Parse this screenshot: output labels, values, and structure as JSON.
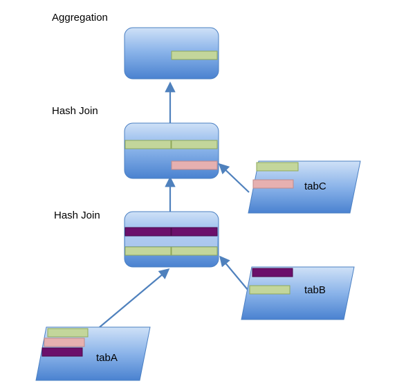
{
  "operators": {
    "aggregation": {
      "label": "Aggregation"
    },
    "hash_join_top": {
      "label": "Hash Join"
    },
    "hash_join_bottom": {
      "label": "Hash Join"
    }
  },
  "tables": {
    "tabA": {
      "label": "tabA"
    },
    "tabB": {
      "label": "tabB"
    },
    "tabC": {
      "label": "tabC"
    }
  },
  "colors": {
    "node_fill_top": "#c6dcf5",
    "node_fill_bottom": "#4f86d0",
    "node_stroke": "#4a7fc2",
    "edge": "#4f81bd",
    "green_column": "#c3d69b",
    "green_stroke": "#8fa85a",
    "pink_column": "#e6b0b0",
    "pink_stroke": "#c08a8a",
    "purple_column": "#6b0f6b",
    "purple_stroke": "#4b0a4b",
    "light_band": "#b4cdf0"
  }
}
